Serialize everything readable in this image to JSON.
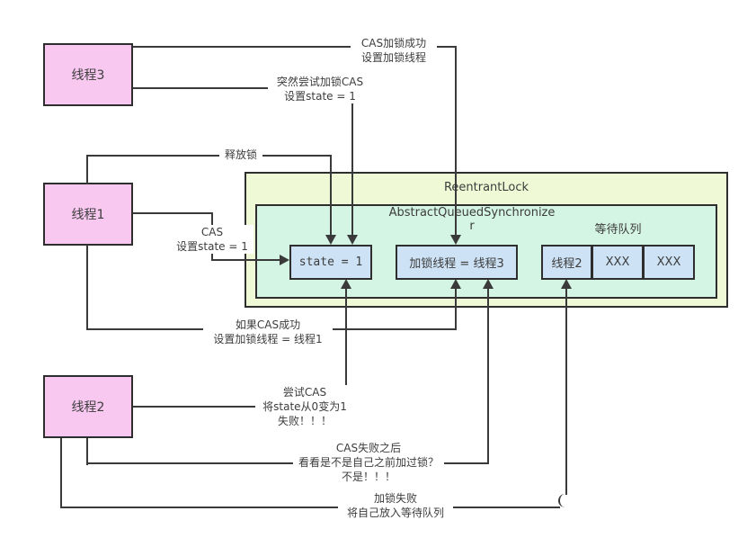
{
  "threads": {
    "t3": "线程3",
    "t1": "线程1",
    "t2": "线程2"
  },
  "containers": {
    "reentrant_lock": "ReentrantLock",
    "aqs_line1": "AbstractQueuedSynchronize",
    "aqs_line2": "r",
    "wait_queue_title": "等待队列"
  },
  "boxes": {
    "state": "state = 1",
    "lock_thread": "加锁线程 = 线程3",
    "queue_cells": [
      "线程2",
      "XXX",
      "XXX"
    ]
  },
  "annotations": {
    "cas_success": [
      "CAS加锁成功",
      "设置加锁线程"
    ],
    "sudden_cas": [
      "突然尝试加锁CAS",
      "设置state = 1"
    ],
    "release_lock": [
      "释放锁"
    ],
    "cas_set_state": [
      "CAS",
      "设置state = 1"
    ],
    "if_cas_success": [
      "如果CAS成功",
      "设置加锁线程 = 线程1"
    ],
    "try_cas": [
      "尝试CAS",
      "将state从0变为1",
      "失败！！！"
    ],
    "cas_fail_after": [
      "CAS失败之后",
      "看看是不是自己之前加过锁？",
      "不是！！！"
    ],
    "lock_fail": [
      "加锁失败",
      "将自己放入等待队列"
    ]
  },
  "colors": {
    "thread_box": "#f8c8f0",
    "reentrant_lock_box": "#eff9d5",
    "aqs_box": "#d4f4e4",
    "field_box": "#cde2f5",
    "border": "#2e2e2e",
    "line": "#3a3a3a",
    "text": "#3d3d3d",
    "background": "#ffffff"
  }
}
